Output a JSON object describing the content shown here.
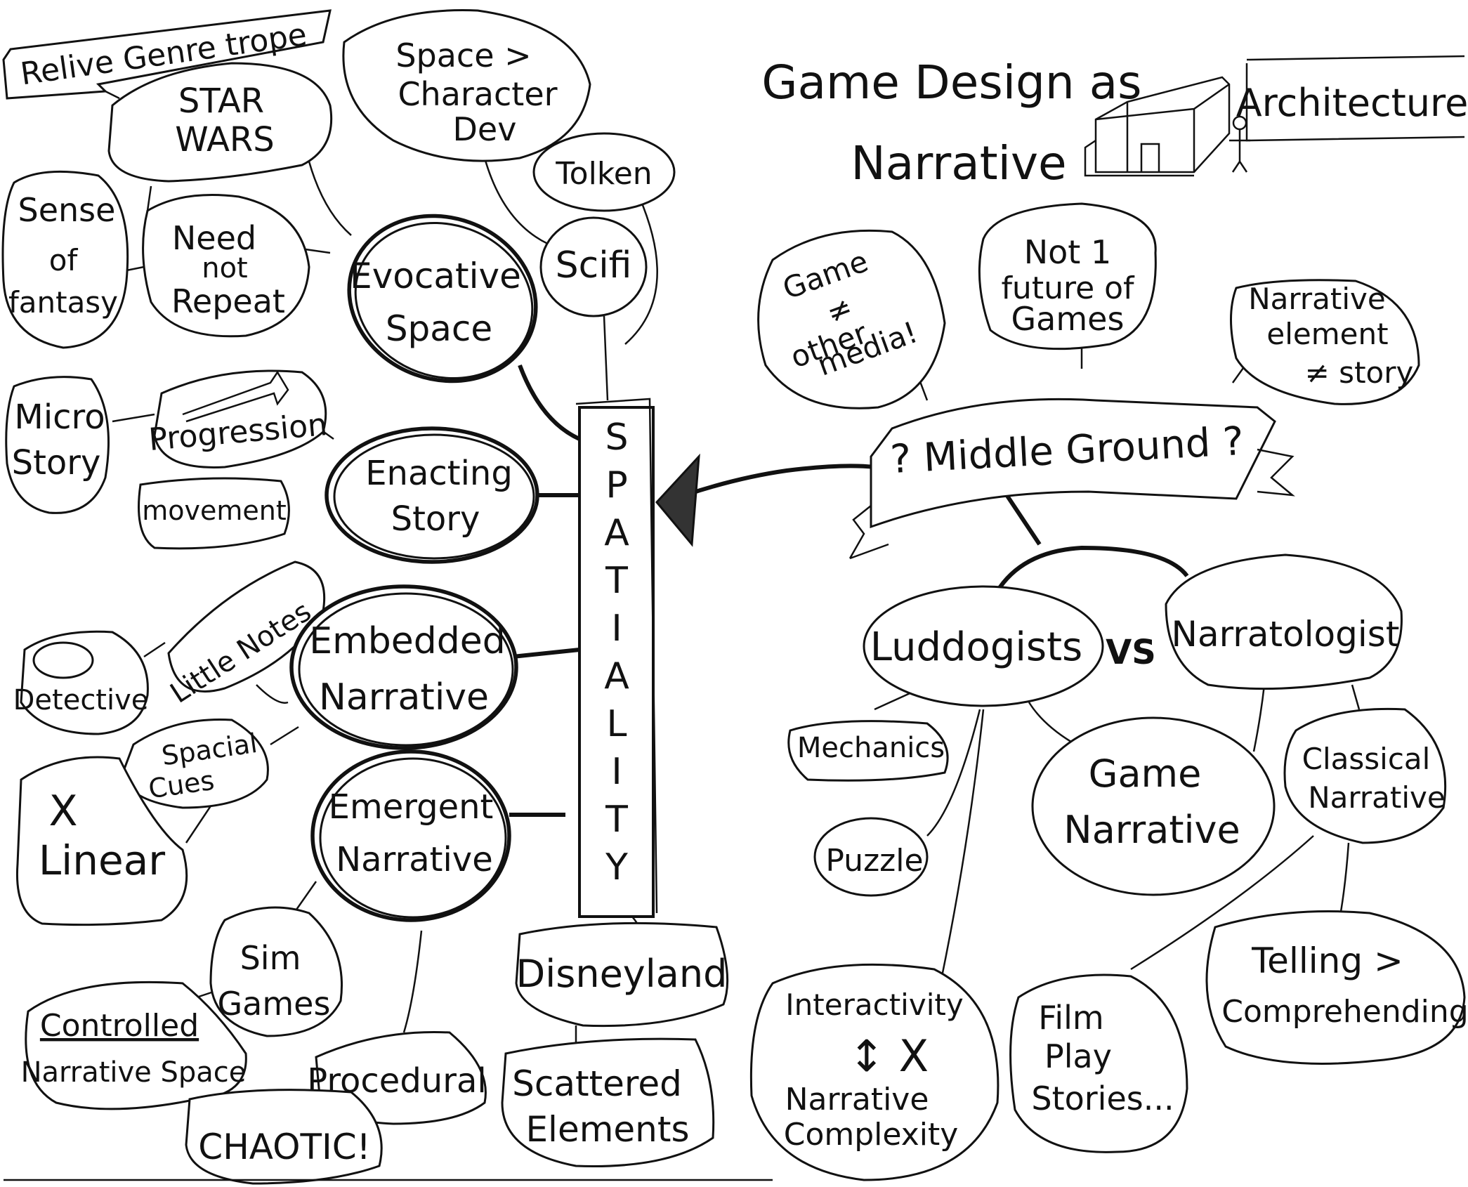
{
  "title": {
    "line1": "Game Design as",
    "line2": "Narrative",
    "architecture": "Architecture"
  },
  "spine": {
    "label": "SPATIALITY"
  },
  "left": {
    "genre_banner": "Relive Genre trope",
    "star_wars": [
      "STAR",
      "WARS"
    ],
    "space_character": [
      "Space >",
      "Character",
      "Dev"
    ],
    "tolken": "Tolken",
    "scifi": "Scifi",
    "sense_of_fantasy": [
      "Sense",
      "of",
      "fantasy"
    ],
    "need_not_repeat": [
      "Need",
      "not",
      "Repeat"
    ],
    "evocative_space": [
      "Evocative",
      "Space"
    ],
    "micro_story": [
      "Micro",
      "Story"
    ],
    "progression": "Progression",
    "movement": "movement",
    "enacting_story": [
      "Enacting",
      "Story"
    ],
    "detective": "Detective",
    "little_notes": "Little Notes",
    "embedded_narrative": [
      "Embedded",
      "Narrative"
    ],
    "spacial_cues": [
      "Spacial",
      "Cues"
    ],
    "x_linear": [
      "X",
      "Linear"
    ],
    "emergent_narrative": [
      "Emergent",
      "Narrative"
    ],
    "sim_games": [
      "Sim",
      "Games"
    ],
    "controlled_narrative": [
      "Controlled",
      "Narrative Space"
    ],
    "procedural": "Procedural",
    "chaotic": "CHAOTIC!",
    "disneyland": "Disneyland",
    "scattered_elements": [
      "Scattered",
      "Elements"
    ]
  },
  "right": {
    "game_not_other": [
      "Game",
      "≠",
      "other",
      "media!"
    ],
    "not_1_future": [
      "Not 1",
      "future of",
      "Games"
    ],
    "narrative_element": [
      "Narrative",
      "element",
      "≠ story"
    ],
    "middle_ground": "? Middle Ground ?",
    "ludologists": "Luddogists",
    "vs": "VS",
    "narratologist": "Narratologist",
    "mechanics": "Mechanics",
    "puzzle": "Puzzle",
    "game_narrative": [
      "Game",
      "Narrative"
    ],
    "classical_narrative": [
      "Classical",
      "Narrative"
    ],
    "interactivity": [
      "Interactivity",
      "↕ X",
      "Narrative",
      "Complexity"
    ],
    "film_play_stories": [
      "Film",
      "Play",
      "Stories..."
    ],
    "telling_comprehending": [
      "Telling >",
      "Comprehending"
    ]
  },
  "colors": {
    "ink": "#111111",
    "paper": "#ffffff",
    "faint_ink": "#666666"
  }
}
